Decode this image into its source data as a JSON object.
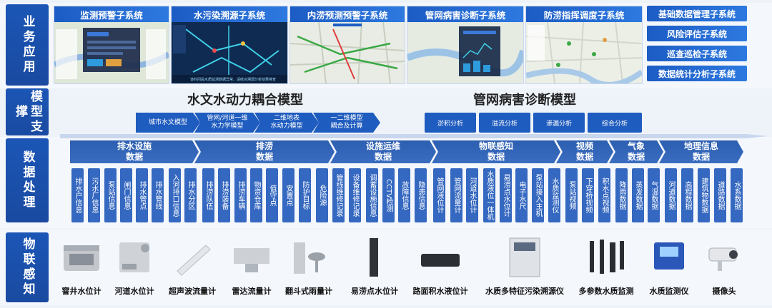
{
  "rows": {
    "application": "业务应用",
    "model": "模型支撑",
    "data": "数据处理",
    "iot": "物联感知"
  },
  "subsystems": [
    {
      "label": "监测预警子系统"
    },
    {
      "label": "水污染溯源子系统"
    },
    {
      "label": "内涝预测预警子系统"
    },
    {
      "label": "管网病害诊断子系统"
    },
    {
      "label": "防涝指挥调度子系统"
    }
  ],
  "right_subsystems": [
    "基础数据管理子系统",
    "风险评估子系统",
    "巡查巡检子系统",
    "数据统计分析子系统"
  ],
  "screenshot_caption": "该时间段水质监测数据异常，请结合溯源分析结果排查",
  "models": {
    "hydro": {
      "title": "水文水动力耦合模型",
      "steps": [
        {
          "line1": "城市水文模型",
          "line2": ""
        },
        {
          "line1": "管网/河道一维",
          "line2": "水力学模型"
        },
        {
          "line1": "二维地表",
          "line2": "水动力模型"
        },
        {
          "line1": "一二维模型",
          "line2": "耦合及计算"
        }
      ]
    },
    "pipe": {
      "title": "管网病害诊断模型",
      "steps": [
        "淤积分析",
        "溢流分析",
        "渗漏分析",
        "综合分析"
      ]
    }
  },
  "categories": [
    {
      "line1": "排水设施",
      "line2": "数据"
    },
    {
      "line1": "排涝",
      "line2": "数据"
    },
    {
      "line1": "设施运维",
      "line2": "数据"
    },
    {
      "line1": "物联感知",
      "line2": "数据"
    },
    {
      "line1": "视频",
      "line2": "数据"
    },
    {
      "line1": "气象",
      "line2": "数据"
    },
    {
      "line1": "地理信息",
      "line2": "数据"
    }
  ],
  "items": [
    "排水户信息",
    "污水厂信息",
    "泵站信息",
    "闸门信息",
    "排水管点",
    "排水管线",
    "入河排口信息",
    "排水分区",
    "排涝队伍",
    "排涝装备",
    "排涝车辆",
    "物资仓库",
    "值守点",
    "安置点",
    "防护目标",
    "危险源",
    "管线维修记录",
    "设备维修记录",
    "调蓄设施信息",
    "CCTV检测",
    "故障信息",
    "隐患信息",
    "管网液位计",
    "管网流量计",
    "河道水位计",
    "水质液位一体机",
    "易涝点水位计",
    "电子水尺",
    "泵站接入主机",
    "水质监测仪",
    "泵站视频",
    "下穿桥视频",
    "积水点视频",
    "降雨数据",
    "蒸发数据",
    "气温数据",
    "河道数据",
    "高程数据",
    "建筑物数据",
    "道路数据",
    "水系数据"
  ],
  "devices": [
    "窨井水位计",
    "河道水位计",
    "超声波流量计",
    "雷达流量计",
    "翻斗式雨量计",
    "易涝点水位计",
    "路面积水液位计",
    "水质多特征污染溯源仪",
    "多参数水质监测",
    "水质监测仪",
    "摄像头"
  ],
  "colors": {
    "primary": "#1f5cbf",
    "category": "#2c5fb0",
    "item": "#3568c0",
    "header": "#1c5cc4"
  }
}
